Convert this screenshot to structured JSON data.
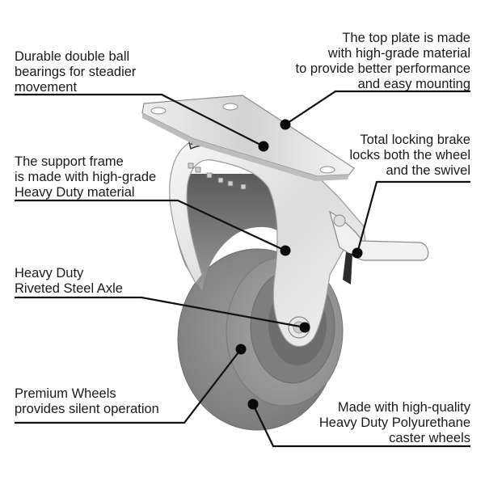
{
  "diagram": {
    "subject": "Swivel caster wheel with total locking brake",
    "callouts": [
      {
        "id": "bearings",
        "lines": [
          "Durable double ball",
          "bearings for steadier",
          "movement"
        ],
        "points_to": "double ball bearings"
      },
      {
        "id": "topplate",
        "lines": [
          "The top plate is made",
          "with high-grade material",
          "to provide better performance",
          "and easy mounting"
        ],
        "points_to": "top plate"
      },
      {
        "id": "brake",
        "lines": [
          "Total locking brake",
          "locks both the wheel",
          "and the swivel"
        ],
        "points_to": "brake pedal"
      },
      {
        "id": "frame",
        "lines": [
          "The support frame",
          "is made with high-grade",
          "Heavy Duty material"
        ],
        "points_to": "support frame"
      },
      {
        "id": "axle",
        "lines": [
          "Heavy Duty",
          "Riveted Steel Axle"
        ],
        "points_to": "axle"
      },
      {
        "id": "wheels",
        "lines": [
          "Premium Wheels",
          "provides silent operation"
        ],
        "points_to": "wheel hub"
      },
      {
        "id": "poly",
        "lines": [
          "Made with high-quality",
          "Heavy Duty Polyurethane",
          "caster wheels"
        ],
        "points_to": "wheel tread"
      }
    ],
    "colors": {
      "background": "#ffffff",
      "text": "#1a1a1a",
      "leader": "#111111",
      "tread": "#8a8a8a",
      "hub": "#9a9a9a",
      "metal": "#e6e6e6"
    }
  }
}
